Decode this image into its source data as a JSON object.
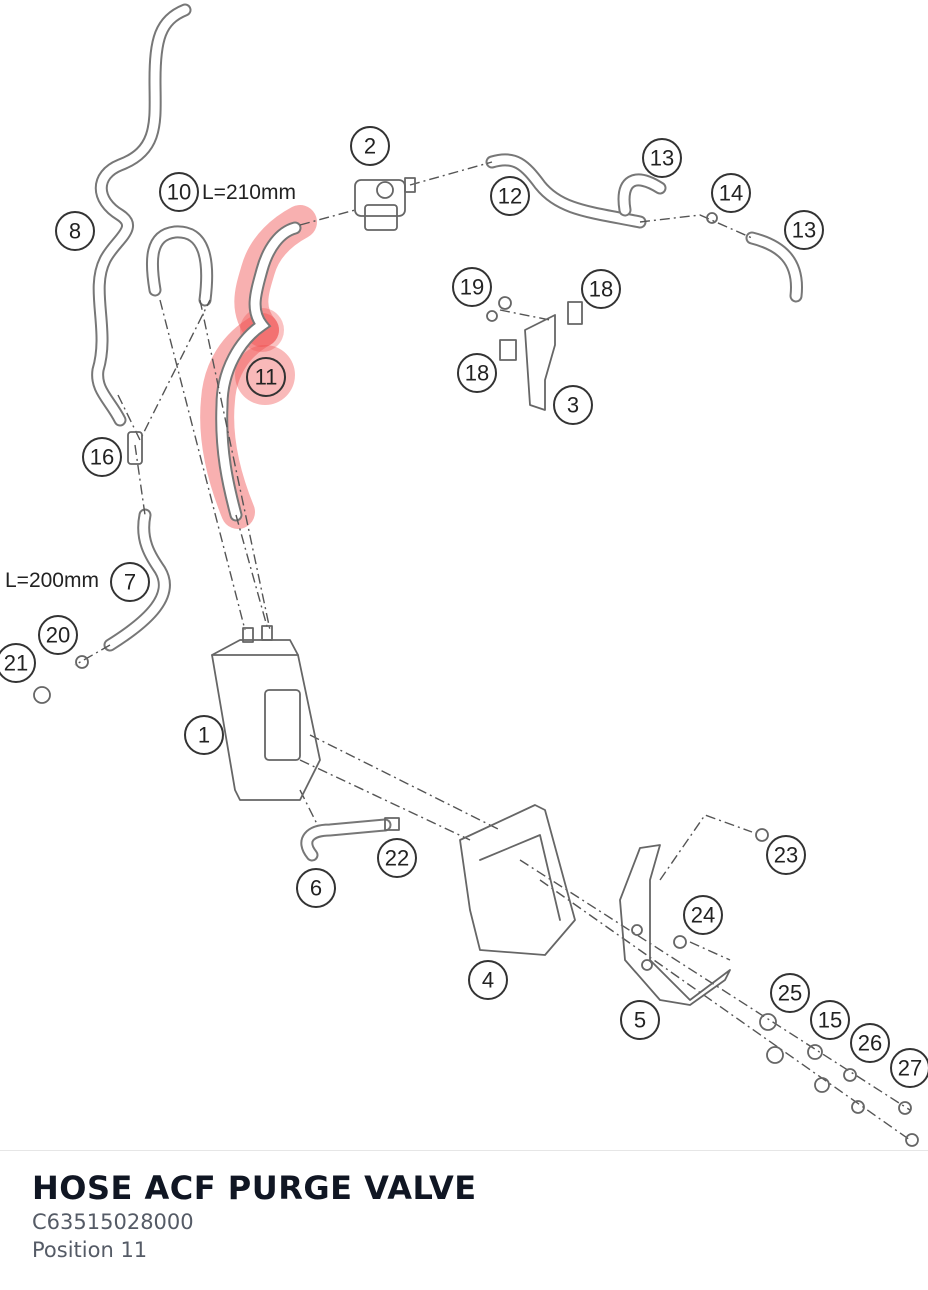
{
  "diagram": {
    "callouts": [
      "1",
      "2",
      "3",
      "4",
      "5",
      "6",
      "7",
      "8",
      "10",
      "11",
      "12",
      "13",
      "13",
      "14",
      "15",
      "16",
      "18",
      "18",
      "19",
      "20",
      "21",
      "22",
      "23",
      "24",
      "25",
      "26",
      "27"
    ],
    "dimension_labels": {
      "hose_10": "L=210mm",
      "hose_7": "L=200mm"
    },
    "highlighted_position": "11",
    "highlight_color": "#f05050"
  },
  "part": {
    "name": "HOSE ACF PURGE VALVE",
    "number": "C63515028000",
    "position": "Position 11"
  }
}
